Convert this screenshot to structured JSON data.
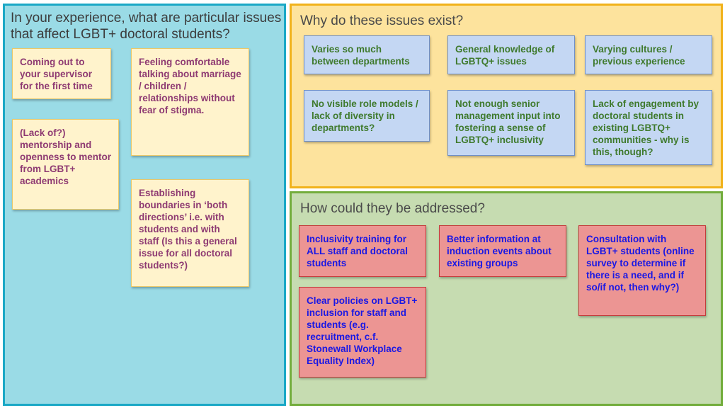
{
  "panels": {
    "issues": {
      "title": "In your experience, what are particular issues that affect LGBT+ doctoral students?",
      "notes": [
        "Coming out to your supervisor for the first time",
        "Feeling comfortable talking about marriage / children / relationships without fear of stigma.",
        "(Lack of?) mentorship and openness to mentor from LGBT+ academics",
        "Establishing boundaries in ‘both directions’ i.e. with students and with staff (Is this a general issue for all doctoral students?)"
      ]
    },
    "why": {
      "title": "Why do these issues exist?",
      "notes": [
        "Varies so much between departments",
        "General knowledge of LGBTQ+ issues",
        "Varying cultures / previous experience",
        "No visible role models / lack of diversity in departments?",
        "Not enough senior management input into fostering a sense of LGBTQ+ inclusivity",
        "Lack of engagement by doctoral students in existing LGBTQ+ communities - why is this, though?"
      ]
    },
    "how": {
      "title": "How could they be addressed?",
      "notes": [
        "Inclusivity training for ALL staff and doctoral students",
        "Better information at induction events about existing groups",
        "Consultation with LGBT+ students (online survey to determine if there is a need, and if so/if not, then why?)",
        "Clear policies on LGBT+ inclusion for staff and students (e.g. recruitment, c.f. Stonewall Workplace Equality Index)"
      ]
    }
  },
  "colors": {
    "issues_panel": "#9adbe6",
    "why_panel": "#fde39d",
    "how_panel": "#c6dcb1",
    "issues_note_text": "#8e3a72",
    "why_note_text": "#3f7a2d",
    "how_note_text": "#1a18e4"
  }
}
